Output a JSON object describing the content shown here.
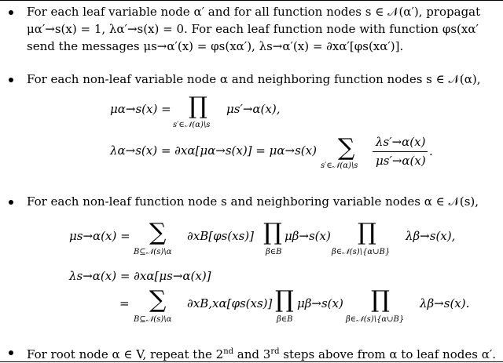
{
  "document": {
    "bullet1": {
      "line1": "For each leaf variable node α′ and for all function nodes s ∈ 𝒩(α′), propagat",
      "line2": "μα′→s(x) = 1, λα′→s(x) = 0.  For each leaf function node with function φs(xα′",
      "line3": "send the messages μs→α′(x) = φs(xα′), λs→α′(x) = ∂xα′[φs(xα′)]."
    },
    "bullet2": {
      "intro": "For each non-leaf variable node α and neighboring function nodes s ∈ 𝒩(α),",
      "eq1": {
        "lhs": "μα→s(x) =",
        "prod": "∏",
        "prod_sub": "s′∈𝒩(α)\\s",
        "rhs": "μs′→α(x),"
      },
      "eq2": {
        "lhs": "λα→s(x) = ∂xα[μα→s(x)] = μα→s(x)",
        "sum": "∑",
        "sum_sub": "s′∈𝒩(α)\\s",
        "num": "λs′→α(x)",
        "den": "μs′→α(x)",
        "end": "."
      }
    },
    "bullet3": {
      "intro": "For each non-leaf function node s and neighboring variable nodes α ∈ 𝒩(s),",
      "eq1": {
        "lhs": "μs→α(x) =",
        "sum_sub": "B⊆𝒩(s)\\α",
        "mid": "∂xB[φs(xs)]",
        "prod1_sub": "β∈B",
        "term1": "μβ→s(x)",
        "prod2_sub": "β∈𝒩(s)\\{α∪B}",
        "term2": "λβ→s(x),"
      },
      "eq2": {
        "lhs": "λs→α(x) = ∂xα[μs→α(x)]"
      },
      "eq3": {
        "lhs": "=",
        "sum_sub": "B⊆𝒩(s)\\α",
        "mid": "∂xB,xα[φs(xs)]",
        "prod1_sub": "β∈B",
        "term1": "μβ→s(x)",
        "prod2_sub": "β∈𝒩(s)\\{α∪B}",
        "term2": "λβ→s(x)."
      }
    },
    "bullet4": {
      "text_a": "For root node α ∈ V, repeat the 2",
      "sup1": "nd",
      "text_b": " and 3",
      "sup2": "rd",
      "text_c": " steps above from α to leaf nodes α′."
    }
  }
}
